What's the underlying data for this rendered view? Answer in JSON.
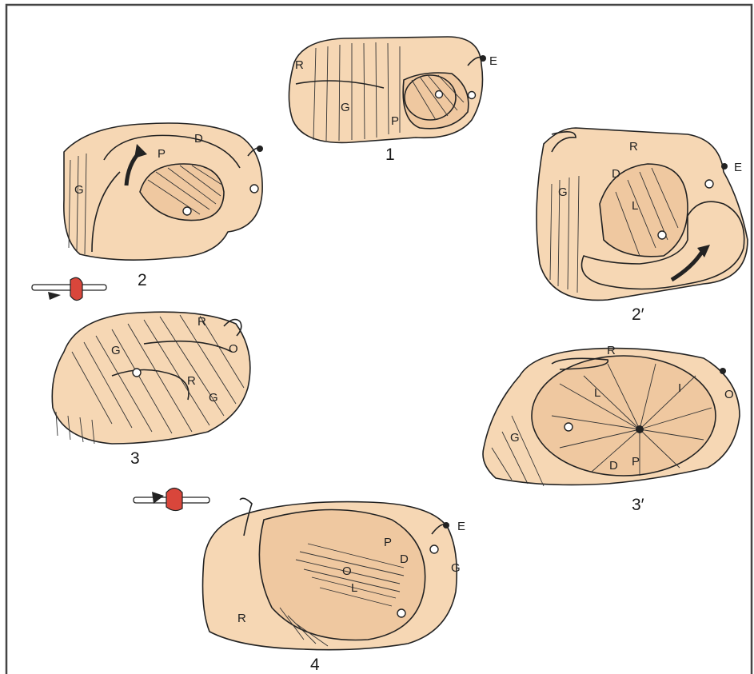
{
  "colors": {
    "tissue": "#f6d7b4",
    "tissue_shadow": "#efc8a0",
    "ink": "#222222",
    "arrow_red": "#d9463b",
    "frame": "#444444"
  },
  "stages": [
    {
      "id": "1",
      "number": "1",
      "labels": [
        "R",
        "G",
        "P",
        "O",
        "O",
        "E"
      ]
    },
    {
      "id": "2",
      "number": "2",
      "labels": [
        "P",
        "D",
        "G",
        "O",
        "O"
      ]
    },
    {
      "id": "2p",
      "number": "2′",
      "labels": [
        "R",
        "D",
        "E",
        "G",
        "L",
        "O",
        "O"
      ]
    },
    {
      "id": "3",
      "number": "3",
      "labels": [
        "R",
        "G",
        "O",
        "O",
        "R",
        "G"
      ]
    },
    {
      "id": "3p",
      "number": "3′",
      "labels": [
        "R",
        "L",
        "I",
        "O",
        "G",
        "O",
        "D",
        "P"
      ]
    },
    {
      "id": "4",
      "number": "4",
      "labels": [
        "E",
        "P",
        "D",
        "G",
        "O",
        "L",
        "O",
        "R"
      ]
    }
  ],
  "rotation_icons": [
    {
      "name": "rotation-icon-1",
      "direction": "forward"
    },
    {
      "name": "rotation-icon-2",
      "direction": "backward"
    }
  ]
}
